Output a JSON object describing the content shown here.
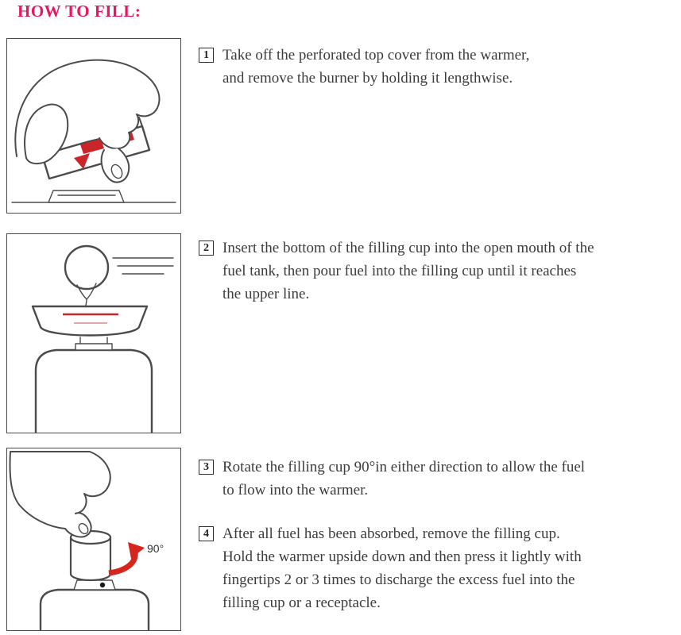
{
  "page": {
    "title": "HOW TO FILL:",
    "title_color": "#e8175d"
  },
  "steps": [
    {
      "number": "1",
      "text": "Take off the perforated top cover from the warmer,\nand remove the burner by holding it lengthwise."
    },
    {
      "number": "2",
      "text": "Insert the bottom of the filling cup into the open mouth of the\nfuel tank, then pour fuel into the filling cup until it reaches\nthe upper line."
    },
    {
      "number": "3",
      "text": "Rotate the filling cup 90°in either direction to allow the fuel\nto flow into the warmer."
    },
    {
      "number": "4",
      "text": "After all fuel has been absorbed, remove the filling cup.\nHold the warmer upside down and then press it lightly with\nfingertips 2 or 3 times to discharge the excess fuel into the\nfilling cup or a receptacle."
    }
  ],
  "illustrations": [
    {
      "name": "hand-removing-burner-illustration",
      "label": ""
    },
    {
      "name": "pouring-fuel-into-filling-cup-illustration",
      "label": ""
    },
    {
      "name": "rotate-filling-cup-illustration",
      "label": "90°"
    }
  ],
  "colors": {
    "accent_red": "#c9252b",
    "arrow_red": "#d6251d",
    "line_ink": "#4b4b4b"
  }
}
